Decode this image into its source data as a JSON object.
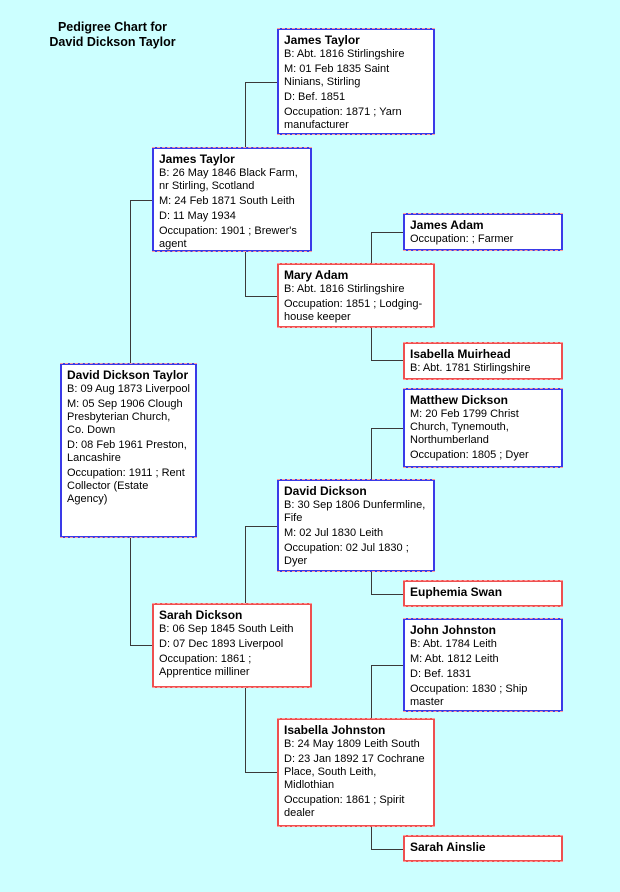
{
  "page": {
    "title": [
      "Pedigree Chart for",
      "David Dickson Taylor"
    ],
    "colors": {
      "bg": "#CCFFFF",
      "box_bg": "#FFFFFF",
      "male": "#3A3AE8",
      "female": "#EE5050",
      "line": "#3A3A3A",
      "dash": "#FF9C9C"
    }
  },
  "boxes": [
    {
      "name": "James Taylor",
      "sex": "male",
      "details": [
        "B: Abt. 1816 Stirlingshire",
        "M: 01 Feb 1835 Saint Ninians, Stirling",
        "D: Bef. 1851",
        "Occupation: 1871 ; Yarn manufacturer"
      ]
    },
    {
      "name": "James Taylor",
      "sex": "male",
      "details": [
        "B: 26 May 1846 Black Farm, nr Stirling, Scotland",
        "M: 24 Feb 1871 South Leith",
        "D: 11 May 1934",
        "Occupation: 1901 ; Brewer's agent"
      ]
    },
    {
      "name": "James Adam",
      "sex": "male",
      "details": [
        "Occupation: ; Farmer"
      ]
    },
    {
      "name": "Mary Adam",
      "sex": "female",
      "details": [
        "B: Abt. 1816 Stirlingshire",
        "Occupation: 1851 ; Lodging-house keeper"
      ]
    },
    {
      "name": "Isabella Muirhead",
      "sex": "female",
      "details": [
        "B: Abt. 1781 Stirlingshire"
      ]
    },
    {
      "name": "David Dickson Taylor",
      "sex": "male",
      "details": [
        "B: 09 Aug 1873 Liverpool",
        "M: 05 Sep 1906 Clough Presbyterian Church, Co. Down",
        "D: 08 Feb 1961 Preston, Lancashire",
        "Occupation: 1911 ; Rent Collector (Estate Agency)"
      ]
    },
    {
      "name": "Matthew Dickson",
      "sex": "male",
      "details": [
        "M: 20 Feb 1799 Christ Church, Tynemouth, Northumberland",
        "Occupation: 1805 ; Dyer"
      ]
    },
    {
      "name": "David Dickson",
      "sex": "male",
      "details": [
        "B: 30 Sep 1806 Dunfermline, Fife",
        "M: 02 Jul 1830 Leith",
        "Occupation: 02 Jul 1830 ; Dyer"
      ]
    },
    {
      "name": "Euphemia Swan",
      "sex": "female",
      "details": []
    },
    {
      "name": "John Johnston",
      "sex": "male",
      "details": [
        "B: Abt. 1784 Leith",
        "M: Abt. 1812 Leith",
        "D: Bef. 1831",
        "Occupation: 1830 ; Ship master"
      ]
    },
    {
      "name": "Sarah Dickson",
      "sex": "female",
      "details": [
        "B: 06 Sep 1845 South Leith",
        "D: 07 Dec 1893 Liverpool",
        "Occupation: 1861 ; Apprentice milliner"
      ]
    },
    {
      "name": "Isabella Johnston",
      "sex": "female",
      "details": [
        "B: 24 May 1809 Leith South",
        "D: 23 Jan 1892 17 Cochrane Place, South Leith, Midlothian",
        "Occupation: 1861 ; Spirit dealer"
      ]
    },
    {
      "name": "Sarah Ainslie",
      "sex": "female",
      "details": []
    }
  ]
}
